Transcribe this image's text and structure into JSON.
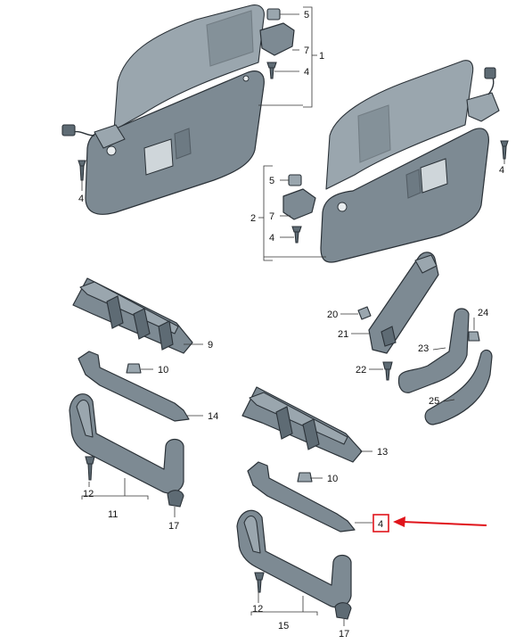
{
  "labels": {
    "l5a": "5",
    "l7a": "7",
    "l4a": "4",
    "l1": "1",
    "l4b": "4",
    "l4c": "4",
    "l5b": "5",
    "l7b": "7",
    "l4d": "4",
    "l2": "2",
    "l9": "9",
    "l10a": "10",
    "l14": "14",
    "l12a": "12",
    "l11": "11",
    "l17a": "17",
    "l20": "20",
    "l24": "24",
    "l21": "21",
    "l23": "23",
    "l22": "22",
    "l25": "25",
    "l13": "13",
    "l10b": "10",
    "l4e": "4",
    "l12b": "12",
    "l15": "15",
    "l17b": "17"
  },
  "highlight": {
    "label": "4",
    "color": "#e0141b"
  },
  "colors": {
    "part": "#7d8a93",
    "outline": "#2b3238",
    "accent": "#e0141b"
  }
}
